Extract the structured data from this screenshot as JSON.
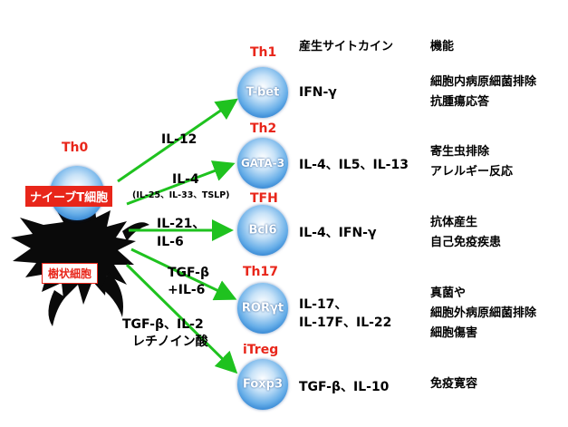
{
  "header": {
    "cytokine_col": "産生サイトカイン",
    "function_col": "機能"
  },
  "naive": {
    "th0_label": "Th0",
    "naive_label": "ナイーブT細胞"
  },
  "dc": {
    "label": "樹状細胞"
  },
  "pathways": [
    {
      "signal_lines": [
        "IL-12"
      ],
      "signal_small": "",
      "subset": "Th1",
      "marker": "T-bet",
      "cytokines": [
        "IFN-γ"
      ],
      "functions": [
        "細胞内病原細菌排除",
        "抗腫瘍応答"
      ]
    },
    {
      "signal_lines": [
        "IL-4"
      ],
      "signal_small": "(IL-25、IL-33、TSLP)",
      "subset": "Th2",
      "marker": "GATA-3",
      "cytokines": [
        "IL-4、IL5、IL-13"
      ],
      "functions": [
        "寄生虫排除",
        "アレルギー反応"
      ]
    },
    {
      "signal_lines": [
        "IL-21、",
        "IL-6"
      ],
      "signal_small": "",
      "subset": "TFH",
      "marker": "Bcl6",
      "cytokines": [
        "IL-4、IFN-γ"
      ],
      "functions": [
        "抗体産生",
        "自己免疫疾患"
      ]
    },
    {
      "signal_lines": [
        "TGF-β",
        "+IL-6"
      ],
      "signal_small": "",
      "subset": "Th17",
      "marker": "RORγt",
      "cytokines": [
        "IL-17、",
        "IL-17F、IL-22"
      ],
      "functions": [
        "真菌や",
        "細胞外病原細菌排除",
        "細胞傷害"
      ]
    },
    {
      "signal_lines": [
        "TGF-β、IL-2",
        "レチノイン酸"
      ],
      "signal_small": "",
      "subset": "iTreg",
      "marker": "Foxp3",
      "cytokines": [
        "TGF-β、IL-10"
      ],
      "functions": [
        "免疫寛容"
      ]
    }
  ],
  "colors": {
    "arrow": "#1fc21f",
    "subset_text": "#e8261a",
    "cell_blue": "#2b7fd0",
    "dc_black": "#0a0a0a"
  }
}
